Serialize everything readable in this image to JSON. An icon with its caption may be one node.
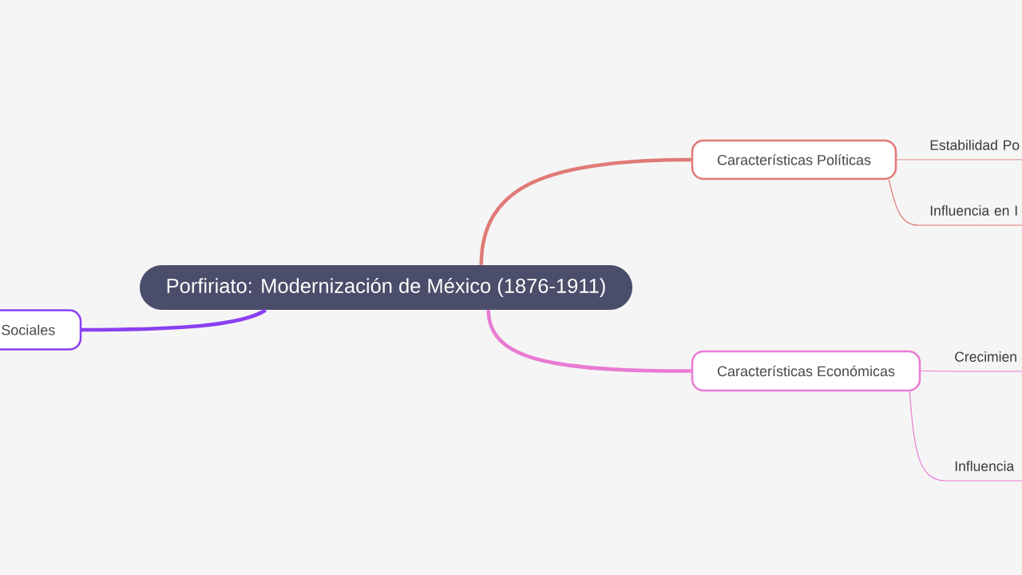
{
  "diagram": {
    "nodes": [
      {
        "text": [
          "Porfiriato: Modernización de México (1876-1911)"
        ]
      },
      {
        "text": [
          "Características Políticas"
        ]
      },
      {
        "text": [
          "Estabilidad Po"
        ]
      },
      {
        "text": [
          "Influencia en I"
        ]
      },
      {
        "text": [
          "Características Económicas"
        ]
      },
      {
        "text": [
          "Crecimien"
        ]
      },
      {
        "text": [
          "Influencia"
        ]
      },
      {
        "text": [
          "Sociales"
        ]
      }
    ],
    "edges": [
      {
        "from": 0,
        "to": 1,
        "arrow": "none",
        "style": "thick",
        "color": "#e07a76"
      },
      {
        "from": 1,
        "to": 2,
        "arrow": "none",
        "color": "#e07a76"
      },
      {
        "from": 1,
        "to": 3,
        "arrow": "none",
        "color": "#e07a76"
      },
      {
        "from": 0,
        "to": 4,
        "arrow": "none",
        "style": "thick",
        "color": "#e97bd3"
      },
      {
        "from": 4,
        "to": 5,
        "arrow": "none",
        "color": "#e97bd3"
      },
      {
        "from": 4,
        "to": 6,
        "arrow": "none",
        "color": "#e97bd3"
      },
      {
        "from": 0,
        "to": 7,
        "arrow": "none",
        "style": "thick",
        "color": "#8a3ff2"
      }
    ]
  }
}
